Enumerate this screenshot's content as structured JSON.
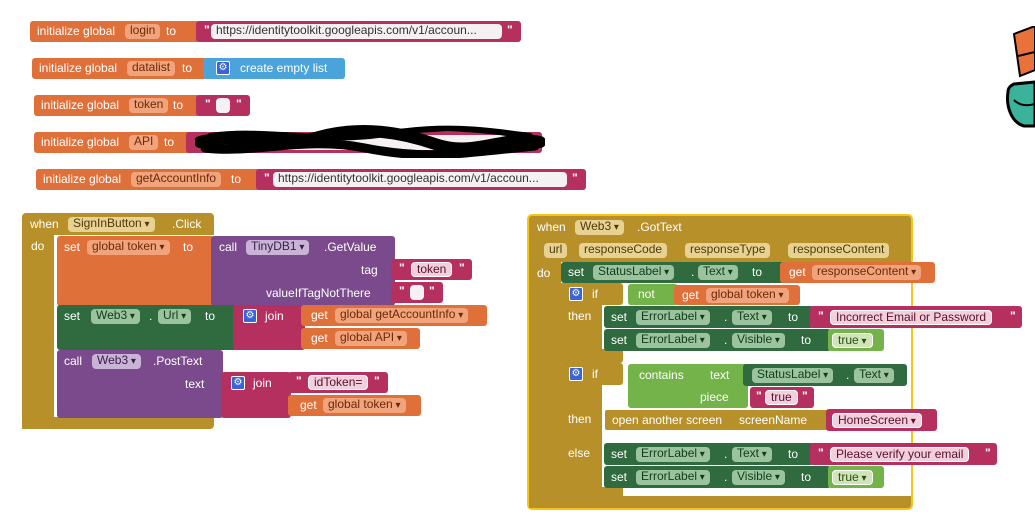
{
  "globals": [
    {
      "prefix": "initialize global",
      "name": "login",
      "to": "to",
      "value": "https://identitytoolkit.googleapis.com/v1/accoun..."
    },
    {
      "prefix": "initialize global",
      "name": "datalist",
      "to": "to",
      "value": "create empty list"
    },
    {
      "prefix": "initialize global",
      "name": "token",
      "to": "to",
      "value": ""
    },
    {
      "prefix": "initialize global",
      "name": "API",
      "to": "to",
      "value": ""
    },
    {
      "prefix": "initialize global",
      "name": "getAccountInfo",
      "to": "to",
      "value": "https://identitytoolkit.googleapis.com/v1/accoun..."
    }
  ],
  "quote": "\"",
  "signin": {
    "when": "when",
    "component": "SignInButton",
    "event": ".Click",
    "do": "do",
    "set": "set",
    "to": "to",
    "global_token": "global token",
    "call": "call",
    "tinydb": "TinyDB1",
    "getvalue": ".GetValue",
    "tag_label": "tag",
    "tag_value": "token",
    "value_if_tag": "valueIfTagNotThere",
    "value_if_tag_text": "",
    "web3": "Web3",
    "dot": ".",
    "url": "Url",
    "join": "join",
    "get": "get",
    "global_getaccountinfo": "global getAccountInfo",
    "global_api": "global API",
    "posttext": ".PostText",
    "text_label": "text",
    "id_token": "idToken="
  },
  "gottext": {
    "when": "when",
    "component": "Web3",
    "event": ".GotText",
    "params": [
      "url",
      "responseCode",
      "responseType",
      "responseContent"
    ],
    "do": "do",
    "set": "set",
    "status_label": "StatusLabel",
    "dot": ".",
    "text_prop": "Text",
    "to": "to",
    "get": "get",
    "response_content": "responseContent",
    "if": "if",
    "not": "not",
    "global_token": "global token",
    "then": "then",
    "error_label": "ErrorLabel",
    "visible_prop": "Visible",
    "incorrect_msg": "Incorrect Email or Password",
    "true_value": "true",
    "contains": "contains",
    "text_kw": "text",
    "piece": "piece",
    "piece_value": "true",
    "open_screen": "open another screen",
    "screen_name": "screenName",
    "home_screen": "HomeScreen",
    "else": "else",
    "verify_msg": "Please verify your email"
  },
  "colors": {
    "variable": "#e0703a",
    "text": "#b5305f",
    "list": "#4aa3d9",
    "control": "#b8902a",
    "component": "#2f6b3f",
    "tinydb": "#7b4a8c",
    "logic": "#74b24a",
    "selection": "#f5c518"
  }
}
